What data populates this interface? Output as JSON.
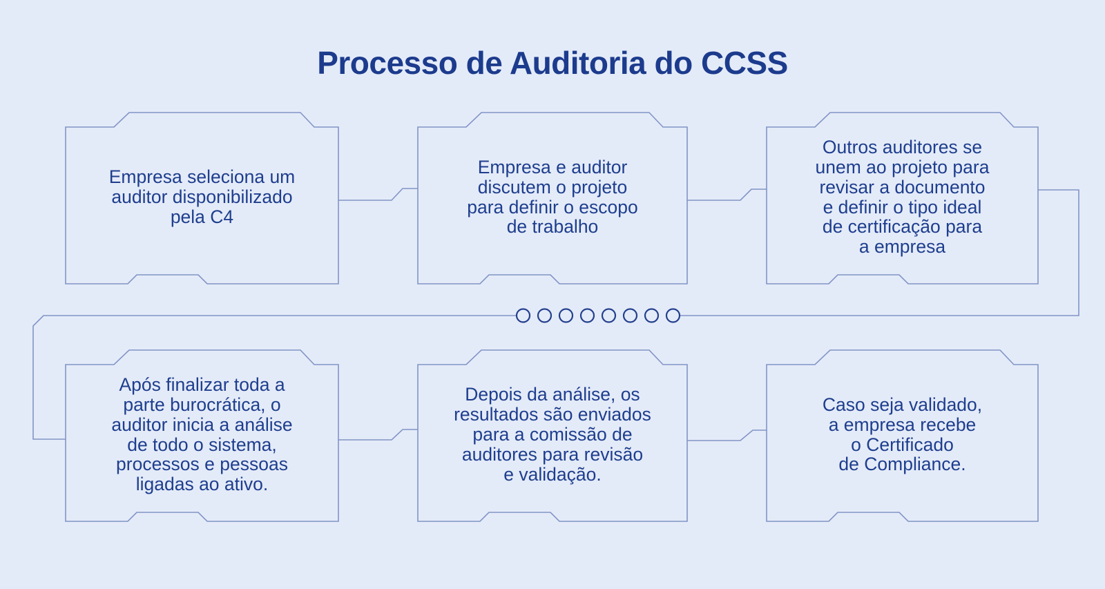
{
  "title": "Processo de Auditoria do CCSS",
  "steps": [
    {
      "id": 1,
      "lines": [
        "Empresa seleciona um",
        "auditor disponibilizado",
        "pela C4"
      ]
    },
    {
      "id": 2,
      "lines": [
        "Empresa e auditor",
        "discutem o projeto",
        "para definir o escopo",
        "de trabalho"
      ]
    },
    {
      "id": 3,
      "lines": [
        "Outros auditores se",
        "unem ao projeto para",
        "revisar a documento",
        "e definir o tipo ideal",
        "de certificação para",
        "a empresa"
      ]
    },
    {
      "id": 4,
      "lines": [
        "Após finalizar toda a",
        "parte burocrática, o",
        "auditor inicia a análise",
        "de todo o sistema,",
        "processos e pessoas",
        "ligadas ao ativo."
      ]
    },
    {
      "id": 5,
      "lines": [
        "Depois da análise, os",
        "resultados são enviados",
        "para a comissão de",
        "auditores para revisão",
        "e validação."
      ]
    },
    {
      "id": 6,
      "lines": [
        "Caso seja validado,",
        "a empresa recebe",
        "o Certificado",
        "de Compliance."
      ]
    }
  ],
  "divider": {
    "dot_count": 8
  },
  "colors": {
    "background": "#e4ebf8",
    "line": "#8094c6",
    "dot_stroke": "#24408e",
    "body_text": "#1e3e8e",
    "title_text": "#1c3b8d"
  }
}
